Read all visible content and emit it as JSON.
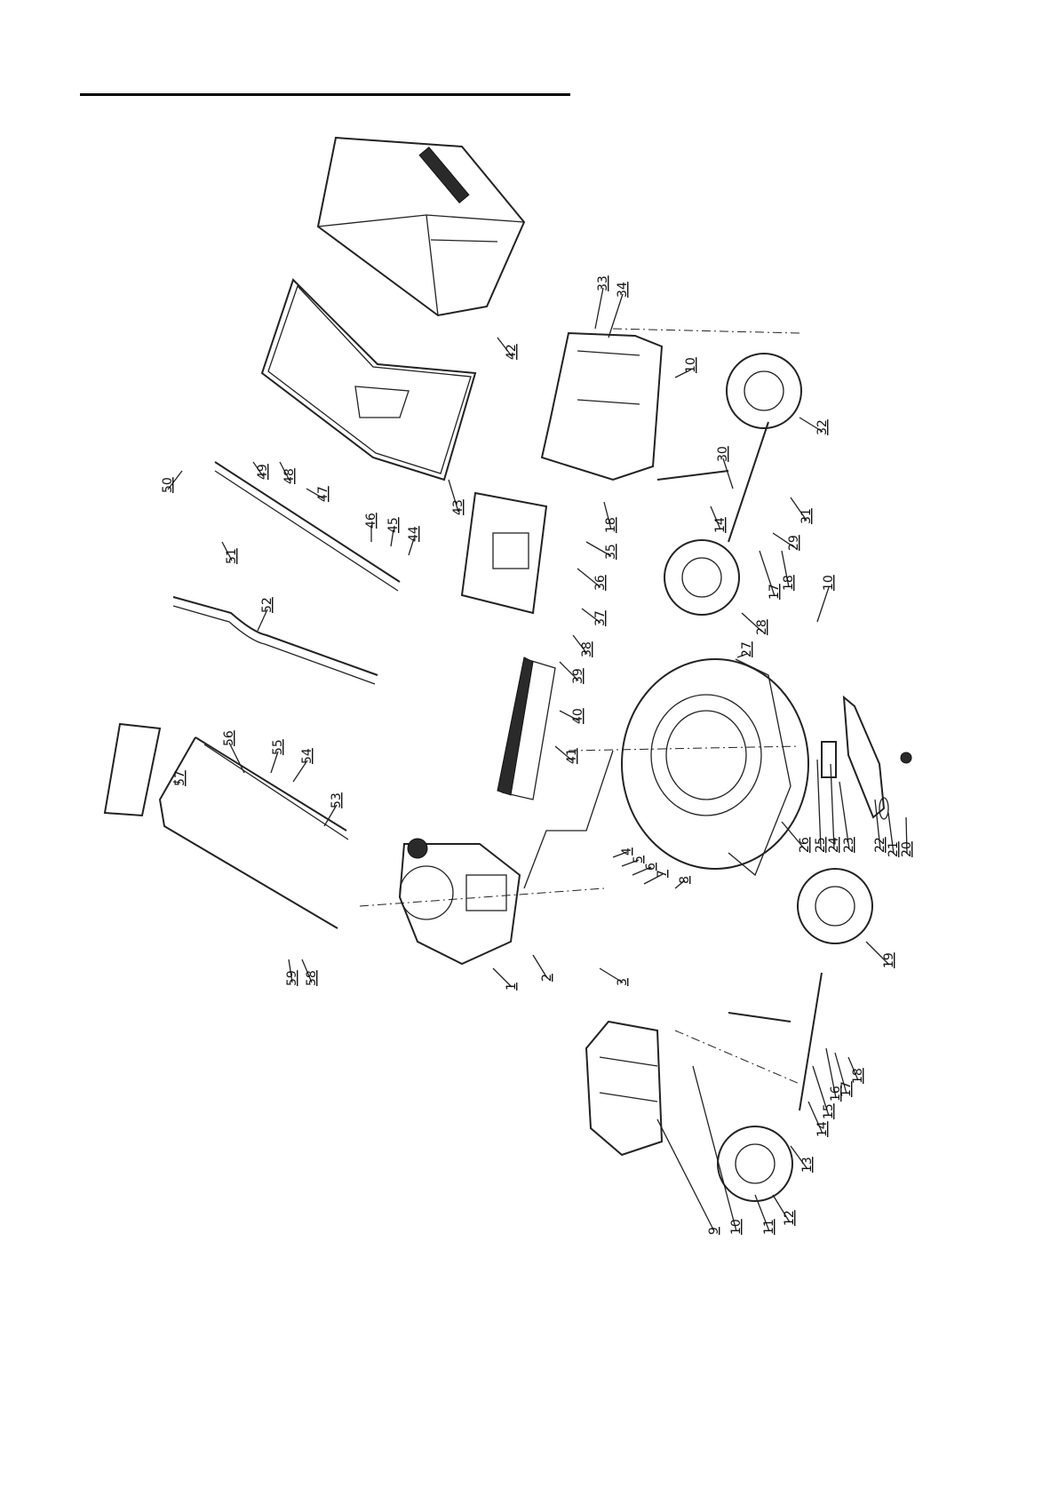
{
  "diagram": {
    "bag_brand_text": "",
    "labels": [
      {
        "id": "1",
        "text": "1"
      },
      {
        "id": "2",
        "text": "2"
      },
      {
        "id": "3",
        "text": "3"
      },
      {
        "id": "4",
        "text": "4"
      },
      {
        "id": "5",
        "text": "5"
      },
      {
        "id": "6",
        "text": "6"
      },
      {
        "id": "7",
        "text": "7"
      },
      {
        "id": "8",
        "text": "8"
      },
      {
        "id": "9",
        "text": "9"
      },
      {
        "id": "10a",
        "text": "10"
      },
      {
        "id": "10b",
        "text": "10"
      },
      {
        "id": "10c",
        "text": "10"
      },
      {
        "id": "11",
        "text": "11"
      },
      {
        "id": "12",
        "text": "12"
      },
      {
        "id": "13",
        "text": "13"
      },
      {
        "id": "14a",
        "text": "14"
      },
      {
        "id": "14b",
        "text": "14"
      },
      {
        "id": "15",
        "text": "15"
      },
      {
        "id": "16",
        "text": "16"
      },
      {
        "id": "17a",
        "text": "17"
      },
      {
        "id": "17b",
        "text": "17"
      },
      {
        "id": "18a",
        "text": "18"
      },
      {
        "id": "18b",
        "text": "18"
      },
      {
        "id": "18c",
        "text": "18"
      },
      {
        "id": "19",
        "text": "19"
      },
      {
        "id": "20",
        "text": "20"
      },
      {
        "id": "21",
        "text": "21"
      },
      {
        "id": "22",
        "text": "22"
      },
      {
        "id": "23",
        "text": "23"
      },
      {
        "id": "24",
        "text": "24"
      },
      {
        "id": "25",
        "text": "25"
      },
      {
        "id": "26",
        "text": "26"
      },
      {
        "id": "27",
        "text": "27"
      },
      {
        "id": "28",
        "text": "28"
      },
      {
        "id": "29",
        "text": "29"
      },
      {
        "id": "30",
        "text": "30"
      },
      {
        "id": "31",
        "text": "31"
      },
      {
        "id": "32",
        "text": "32"
      },
      {
        "id": "33",
        "text": "33"
      },
      {
        "id": "34",
        "text": "34"
      },
      {
        "id": "35",
        "text": "35"
      },
      {
        "id": "36",
        "text": "36"
      },
      {
        "id": "37",
        "text": "37"
      },
      {
        "id": "38",
        "text": "38"
      },
      {
        "id": "39",
        "text": "39"
      },
      {
        "id": "40",
        "text": "40"
      },
      {
        "id": "41",
        "text": "41"
      },
      {
        "id": "42",
        "text": "42"
      },
      {
        "id": "43",
        "text": "43"
      },
      {
        "id": "44",
        "text": "44"
      },
      {
        "id": "45",
        "text": "45"
      },
      {
        "id": "46",
        "text": "46"
      },
      {
        "id": "47",
        "text": "47"
      },
      {
        "id": "48",
        "text": "48"
      },
      {
        "id": "49",
        "text": "49"
      },
      {
        "id": "50",
        "text": "50"
      },
      {
        "id": "51",
        "text": "51"
      },
      {
        "id": "52",
        "text": "52"
      },
      {
        "id": "53",
        "text": "53"
      },
      {
        "id": "54",
        "text": "54"
      },
      {
        "id": "55",
        "text": "55"
      },
      {
        "id": "56",
        "text": "56"
      },
      {
        "id": "57",
        "text": "57"
      },
      {
        "id": "58",
        "text": "58"
      },
      {
        "id": "59",
        "text": "59"
      }
    ]
  }
}
